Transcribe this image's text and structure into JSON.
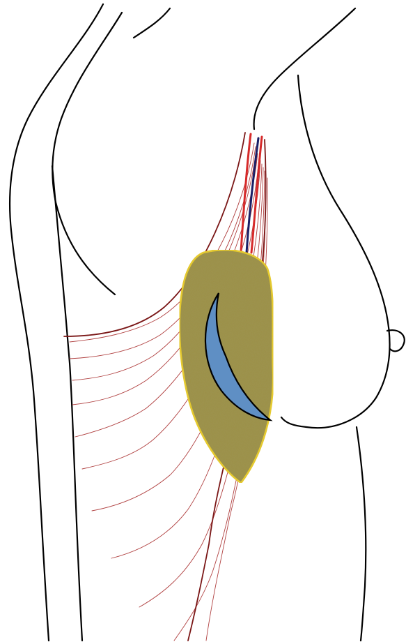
{
  "colors": {
    "background": "#ffffff",
    "outline": "#000000",
    "nerve_fiber": "#7a1616",
    "nerve_fiber_light": "#b04040",
    "artery": "#d62a2a",
    "vein": "#1a1f66",
    "flap_fill": "#9c9046",
    "flap_border": "#f0d21a",
    "defect_fill": "#5f8fc4",
    "defect_outline": "#000000"
  },
  "elements": {
    "torso_outline": "body-contour",
    "arm_outline": "arm-contour",
    "breast_outline": "breast-contour",
    "pedicle": "vascular-pedicle",
    "flap": "muscle-flap",
    "defect": "crescent-defect"
  }
}
